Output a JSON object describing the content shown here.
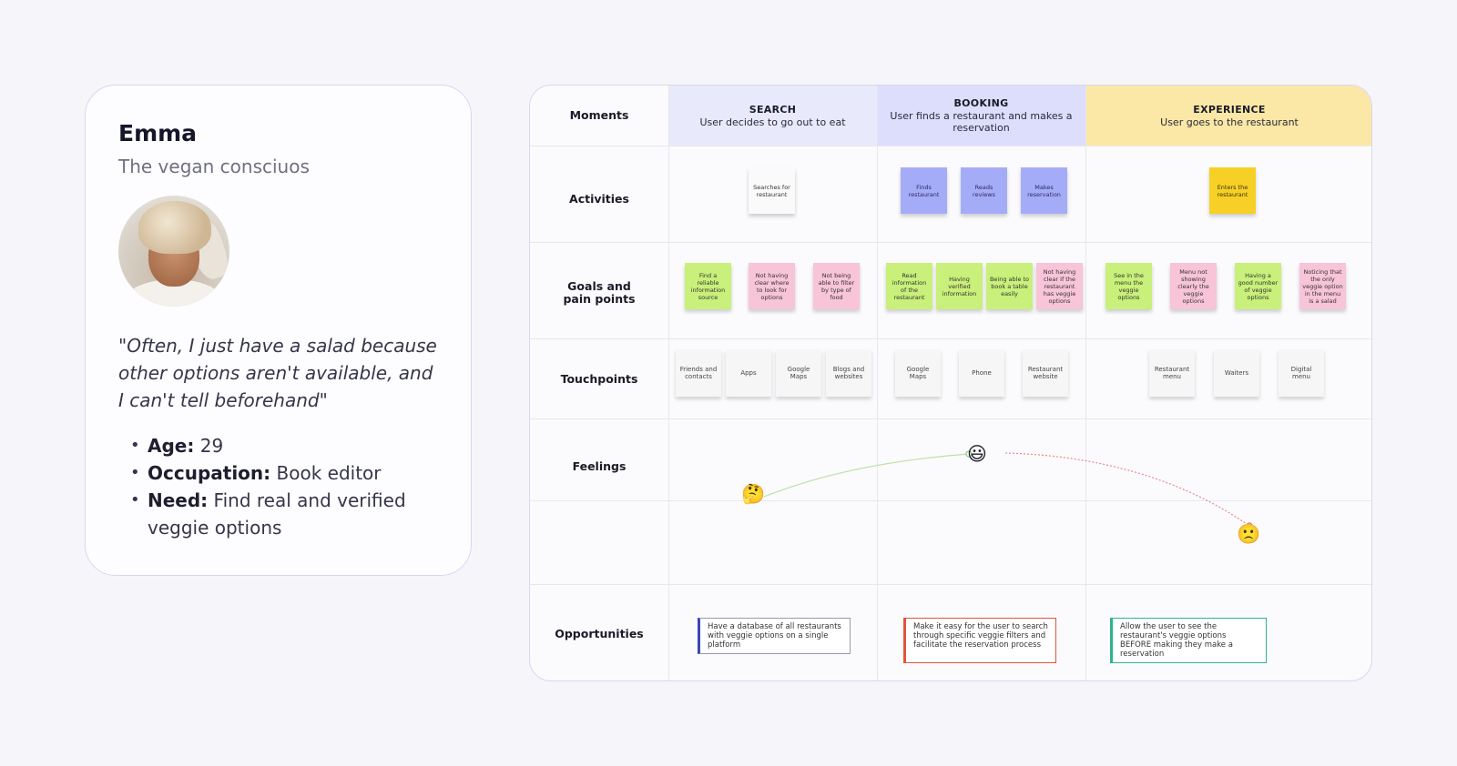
{
  "persona": {
    "name": "Emma",
    "subtitle": "The vegan consciuos",
    "quote": "\"Often, I just have a salad because other options aren't available, and I can't tell beforehand\"",
    "facts": [
      {
        "label": "Age:",
        "value": " 29"
      },
      {
        "label": "Occupation:",
        "value": " Book editor"
      },
      {
        "label": "Need:",
        "value": " Find real and verified veggie options"
      }
    ]
  },
  "journey": {
    "rows": [
      "Moments",
      "Activities",
      "Goals and pain points",
      "Touchpoints",
      "Feelings",
      "Opportunities"
    ],
    "phases": [
      {
        "title": "SEARCH",
        "desc": "User decides to go out to eat",
        "color": "#e8e9fb"
      },
      {
        "title": "BOOKING",
        "desc": "User finds a restaurant and makes a reservation",
        "color": "#dcdefb"
      },
      {
        "title": "EXPERIENCE",
        "desc": "User goes to the restaurant",
        "color": "#fbe8a6"
      }
    ],
    "activities": [
      {
        "text": "Searches for restaurant",
        "color": "white"
      },
      {
        "text": "Finds restaurant",
        "color": "blue"
      },
      {
        "text": "Reads reviews",
        "color": "blue"
      },
      {
        "text": "Makes reservation",
        "color": "blue"
      },
      {
        "text": "Enters the restaurant",
        "color": "yellow"
      }
    ],
    "goals": [
      {
        "text": "Find a reliable information source",
        "color": "green"
      },
      {
        "text": "Not having clear where to look for options",
        "color": "pink"
      },
      {
        "text": "Not being able to filter by type of food",
        "color": "pink"
      },
      {
        "text": "Read information of the restaurant",
        "color": "green"
      },
      {
        "text": "Having verified information",
        "color": "green"
      },
      {
        "text": "Being able to book a table easily",
        "color": "green"
      },
      {
        "text": "Not having clear if the restaurant has veggie options",
        "color": "pink"
      },
      {
        "text": "See in the menu the veggie options",
        "color": "green"
      },
      {
        "text": "Menu not showing clearly the veggie options",
        "color": "pink"
      },
      {
        "text": "Having a good number of veggie options",
        "color": "green"
      },
      {
        "text": "Noticing that the only veggie option in the menu is a salad",
        "color": "pink"
      }
    ],
    "touchpoints": [
      "Friends and contacts",
      "Apps",
      "Google Maps",
      "Blogs and websites",
      "Google Maps",
      "Phone",
      "Restaurant website",
      "Restaurant menu",
      "Waiters",
      "Digital menu"
    ],
    "feelings": [
      {
        "emoji": "🤔",
        "name": "thinking-face"
      },
      {
        "emoji": "😃",
        "name": "smiling-face"
      },
      {
        "emoji": "🙁",
        "name": "frowning-face"
      }
    ],
    "opportunities": [
      {
        "text": "Have a database of all restaurants with veggie options on a single platform",
        "accent": "#3b46b5"
      },
      {
        "text": "Make it easy for the user to search through specific veggie filters and facilitate the reservation process",
        "accent": "#e0553a"
      },
      {
        "text": "Allow the user to see the restaurant's veggie options BEFORE making they make a reservation",
        "accent": "#2bb58a"
      }
    ]
  }
}
